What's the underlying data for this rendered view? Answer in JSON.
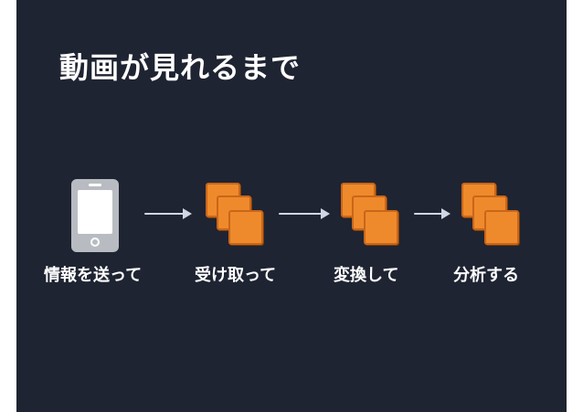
{
  "title": "動画が見れるまで",
  "steps": [
    {
      "label": "情報を送って",
      "icon": "smartphone-icon"
    },
    {
      "label": "受け取って",
      "icon": "server-stack-icon"
    },
    {
      "label": "変換して",
      "icon": "server-stack-icon"
    },
    {
      "label": "分析する",
      "icon": "server-stack-icon"
    }
  ],
  "colors": {
    "background": "#1f2432",
    "server": "#ef8a2c",
    "phone": "#b8bcc2",
    "arrow": "#cfd6e4",
    "text": "#ffffff"
  }
}
